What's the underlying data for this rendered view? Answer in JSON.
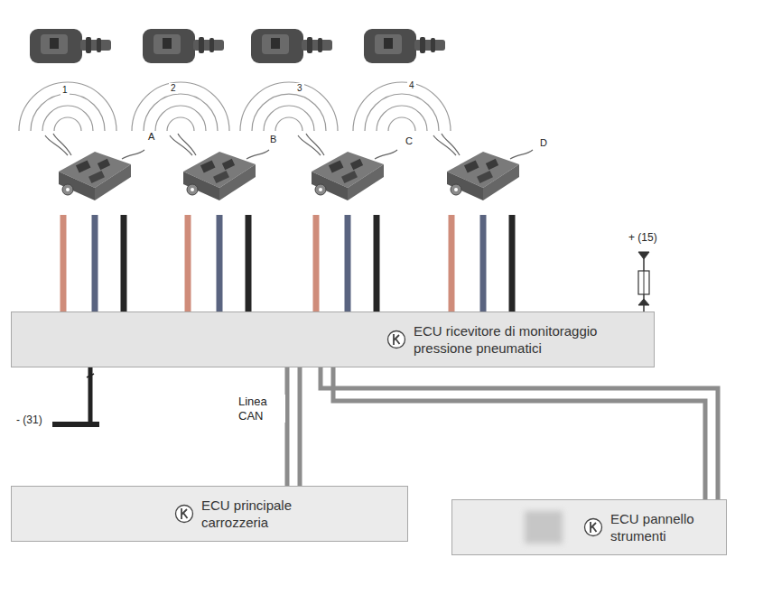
{
  "diagram": {
    "nodes": [
      {
        "text": [
          "ECU ricevitore di monitoraggio pressione pneumatici"
        ]
      },
      {
        "text": [
          "ECU principale carrozzeria"
        ]
      },
      {
        "text": [
          "ECU pannello strumenti"
        ]
      }
    ],
    "edges": [
      {
        "from": 0,
        "to": 1,
        "arrow": "none"
      },
      {
        "from": 0,
        "to": 2,
        "arrow": "none"
      }
    ],
    "labels": [
      "1",
      "2",
      "3",
      "4",
      "A",
      "B",
      "C",
      "D",
      "+ (15)",
      "- (31)",
      "Linea CAN"
    ]
  }
}
